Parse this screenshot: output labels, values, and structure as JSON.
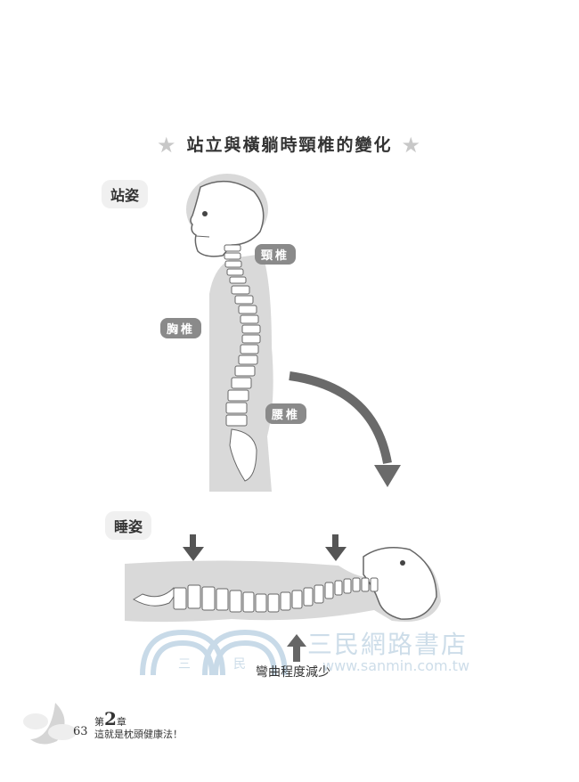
{
  "figure": {
    "title": "站立與橫躺時頸椎的變化",
    "star_icon": "star-icon"
  },
  "standing": {
    "label": "站姿",
    "pills": {
      "cervical": "頸椎",
      "thoracic": "胸椎",
      "lumbar": "腰椎"
    }
  },
  "lying": {
    "label": "睡姿",
    "caption": "彎曲程度減少"
  },
  "watermark": {
    "brand": "三民網路書店",
    "url": "www.sanmin.com.tw",
    "left_char_1": "三",
    "left_char_2": "民"
  },
  "footer": {
    "page_number": "63",
    "chapter_prefix": "第",
    "chapter_number": "2",
    "chapter_suffix": "章",
    "chapter_title": "這就是枕頭健康法！"
  }
}
